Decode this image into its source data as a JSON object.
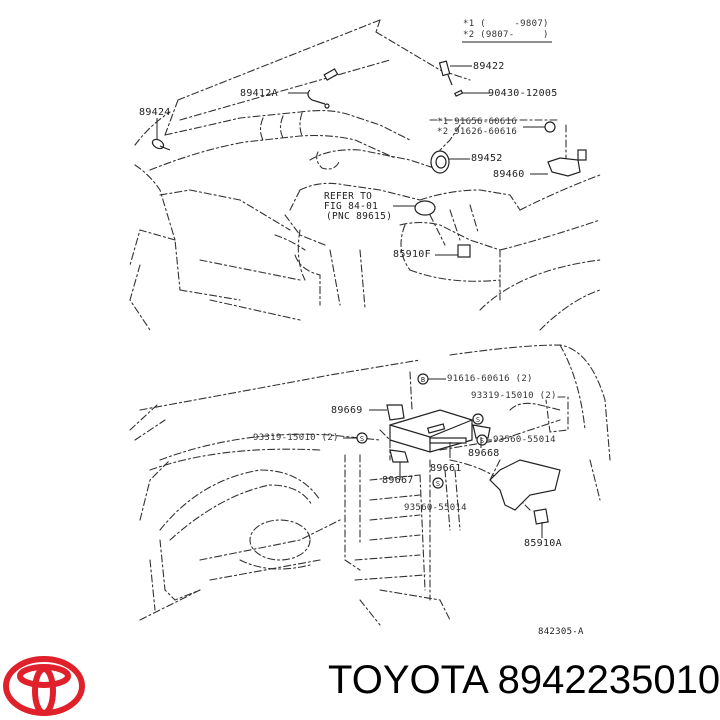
{
  "diagram": {
    "title_note": {
      "line1": "*1 (     -9807)",
      "line2": "*2 (9807-     )"
    },
    "engine_section": {
      "callouts": [
        {
          "id": "89422",
          "label": "89422"
        },
        {
          "id": "90430-12005",
          "label": "90430-12005"
        },
        {
          "id": "89412A",
          "label": "89412A"
        },
        {
          "id": "89424",
          "label": "89424"
        },
        {
          "id": "91656-60616",
          "label": "*1 91656-60616"
        },
        {
          "id": "91626-60616",
          "label": "*2 91626-60616"
        },
        {
          "id": "89452",
          "label": "89452"
        },
        {
          "id": "89460",
          "label": "89460"
        },
        {
          "id": "85910F",
          "label": "85910F"
        }
      ],
      "refer_note": {
        "line1": "REFER TO",
        "line2": "FIG 84-01",
        "line3": "(PNC 89615)"
      }
    },
    "dash_section": {
      "callouts": [
        {
          "id": "91616-60616",
          "label": "91616-60616 (2)",
          "symbol": "B"
        },
        {
          "id": "93319-15010-right",
          "label": "93319-15010 (2)",
          "symbol": "S"
        },
        {
          "id": "89669",
          "label": "89669"
        },
        {
          "id": "93319-15010-left",
          "label": "93319-15010 (2)",
          "symbol": "S"
        },
        {
          "id": "93560-55014-right",
          "label": "93560-55014",
          "symbol": "S"
        },
        {
          "id": "89668",
          "label": "89668"
        },
        {
          "id": "89661",
          "label": "89661"
        },
        {
          "id": "89667",
          "label": "89667"
        },
        {
          "id": "93560-55014-bottom",
          "label": "93560-55014",
          "symbol": "S"
        },
        {
          "id": "85910A",
          "label": "85910A"
        }
      ]
    },
    "drawing_number": "842305-A"
  },
  "footer": {
    "brand": "TOYOTA",
    "part_number": "8942235010",
    "title": "TOYOTA 8942235010",
    "logo_icon": "toyota-logo-icon",
    "logo_color": "#e0202a"
  }
}
